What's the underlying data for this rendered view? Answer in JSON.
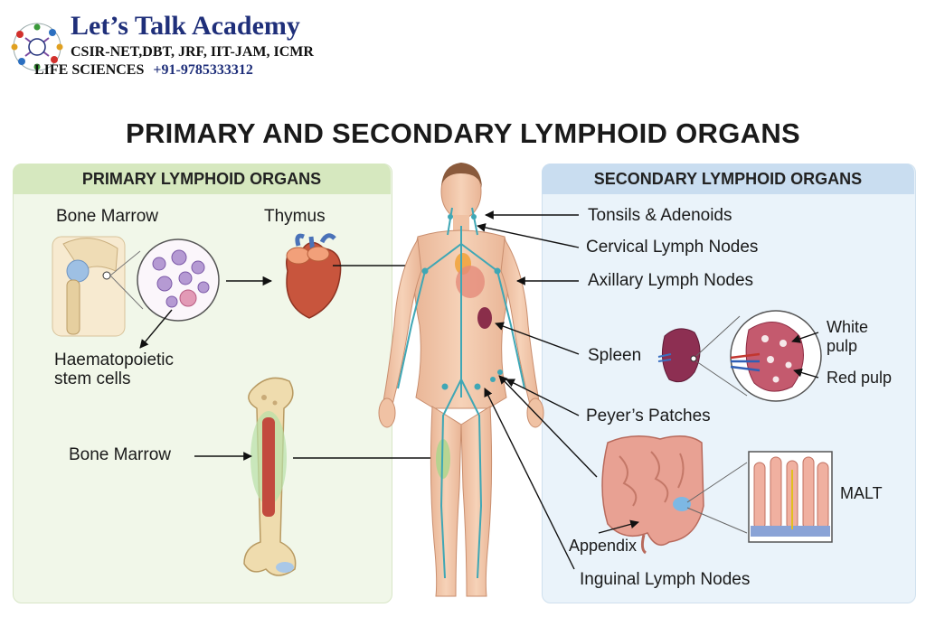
{
  "brand": {
    "title": "Let’s Talk Academy",
    "subtitle": "CSIR-NET,DBT, JRF, IIT-JAM, ICMR",
    "line": "LIFE SCIENCES",
    "phone": "+91-9785333312"
  },
  "title": "PRIMARY AND SECONDARY LYMPHOID ORGANS",
  "primary": {
    "header": "PRIMARY LYMPHOID ORGANS",
    "bone_marrow_top": "Bone Marrow",
    "thymus": "Thymus",
    "haematopoietic": [
      "Haematopoietic",
      "stem cells"
    ],
    "bone_marrow_bottom": "Bone Marrow"
  },
  "secondary": {
    "header": "SECONDARY LYMPHOID ORGANS",
    "tonsils": "Tonsils & Adenoids",
    "cervical": "Cervical Lymph Nodes",
    "axillary": "Axillary Lymph Nodes",
    "spleen": "Spleen",
    "white_pulp": [
      "White",
      "pulp"
    ],
    "red_pulp": "Red pulp",
    "peyers": "Peyer’s Patches",
    "malt": "MALT",
    "appendix": "Appendix",
    "inguinal": "Inguinal Lymph Nodes"
  },
  "colors": {
    "primary_bg": "#f1f7e9",
    "primary_header": "#d6e8bf",
    "secondary_bg": "#eaf3fa",
    "secondary_header": "#c9ddf0",
    "lymph": "#3fa7b5",
    "skin": "#f2c6a8",
    "brand": "#1f2f7a"
  }
}
